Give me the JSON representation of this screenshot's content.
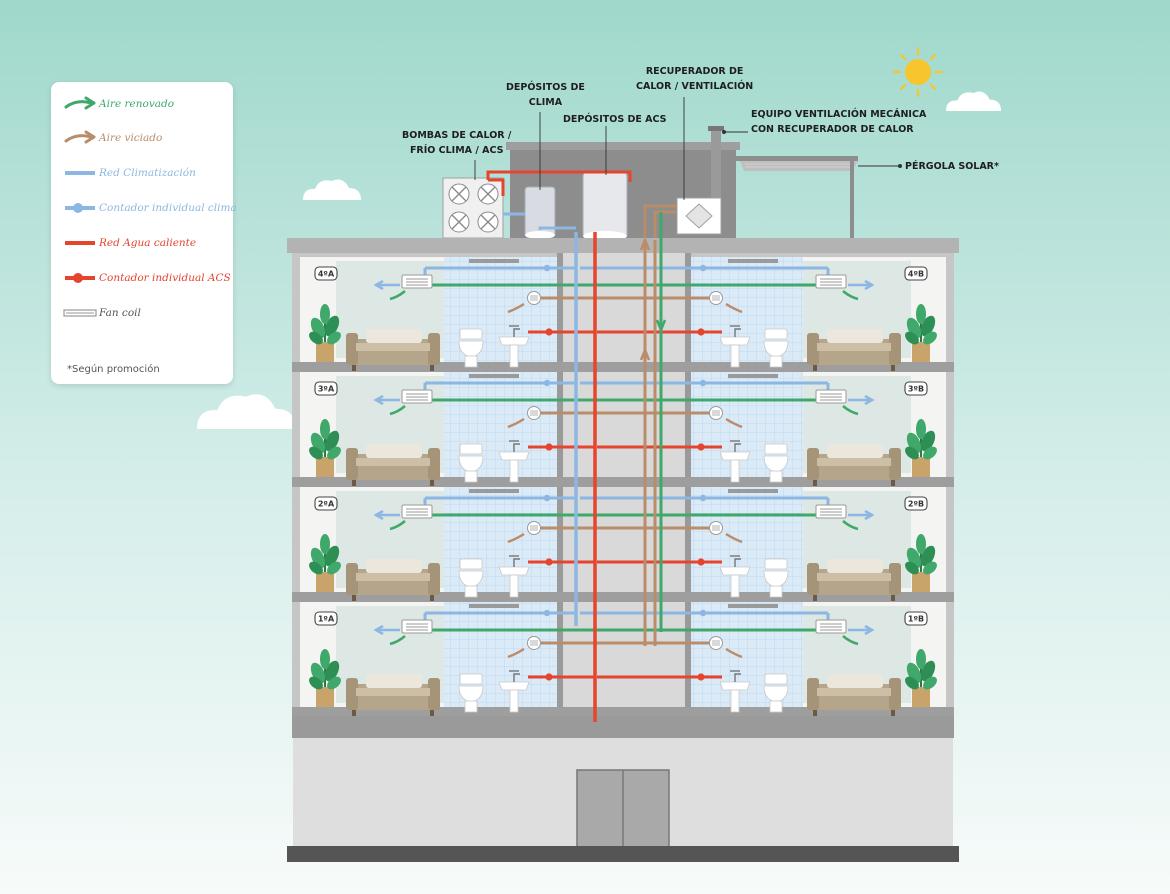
{
  "legend": {
    "items": [
      {
        "label": "Aire renovado",
        "color": "#3fa86a",
        "symbol": "arrow"
      },
      {
        "label": "Aire viciado",
        "color": "#b98c6a",
        "symbol": "arrow"
      },
      {
        "label": "Red Climatización",
        "color": "#8cb7e3",
        "symbol": "line"
      },
      {
        "label": "Contador individual clima",
        "color": "#8cb7e3",
        "symbol": "meter"
      },
      {
        "label": "Red Agua caliente",
        "color": "#e5442e",
        "symbol": "line"
      },
      {
        "label": "Contador individual ACS",
        "color": "#e5442e",
        "symbol": "meter"
      },
      {
        "label": "Fan coil",
        "color": "#9a9a9a",
        "symbol": "fancoil"
      }
    ],
    "note": "*Según promoción"
  },
  "labels": {
    "bombas_line1": "BOMBAS DE CALOR /",
    "bombas_line2": "FRÍO CLIMA / ACS",
    "dep_clima_line1": "DEPÓSITOS DE",
    "dep_clima_line2": "CLIMA",
    "dep_acs": "DEPÓSITOS DE ACS",
    "recuperador_line1": "RECUPERADOR DE",
    "recuperador_line2": "CALOR / VENTILACIÓN",
    "equipo_line1": "EQUIPO VENTILACIÓN MECÁNICA",
    "equipo_line2": "CON RECUPERADOR DE CALOR",
    "pergola": "PÉRGOLA SOLAR*"
  },
  "floors": [
    {
      "left": "4ºA",
      "right": "4ºB"
    },
    {
      "left": "3ºA",
      "right": "3ºB"
    },
    {
      "left": "2ºA",
      "right": "2ºB"
    },
    {
      "left": "1ºA",
      "right": "1ºB"
    }
  ],
  "colors": {
    "sky_top": "#9fd8cc",
    "sky_bottom": "#f7fbfa",
    "building": "#bdbdbd",
    "hot_water": "#e5442e",
    "climate": "#8cb7e3",
    "fresh_air": "#3fa86a",
    "stale_air": "#b98c6a",
    "sun": "#f7c52d"
  },
  "icons": [
    "sun-icon",
    "cloud-icon",
    "plant-icon",
    "sofa-icon",
    "toilet-icon",
    "sink-icon",
    "fan-coil-icon",
    "heat-pump-icon"
  ]
}
